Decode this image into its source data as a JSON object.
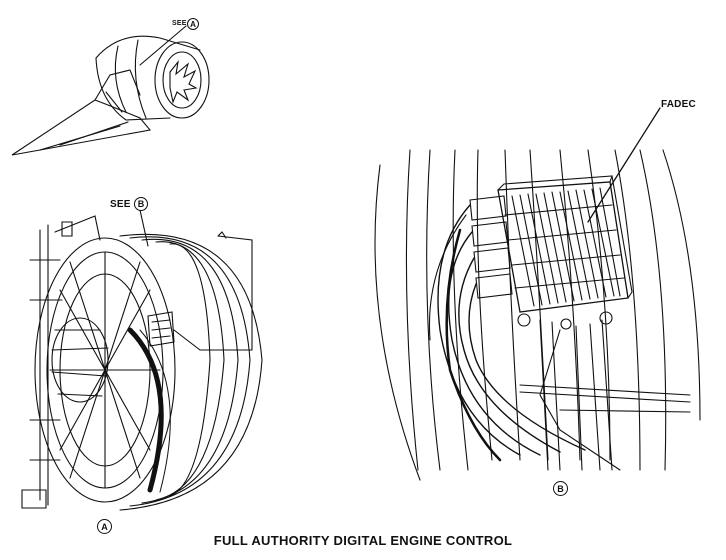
{
  "title": "FULL AUTHORITY DIGITAL ENGINE CONTROL",
  "callouts": {
    "see_a_label": "SEE",
    "see_a_letter": "A",
    "see_b_label": "SEE",
    "see_b_letter": "B",
    "view_a_letter": "A",
    "view_b_letter": "B",
    "fadec_label": "FADEC"
  },
  "colors": {
    "line": "#111111",
    "background": "#ffffff"
  }
}
